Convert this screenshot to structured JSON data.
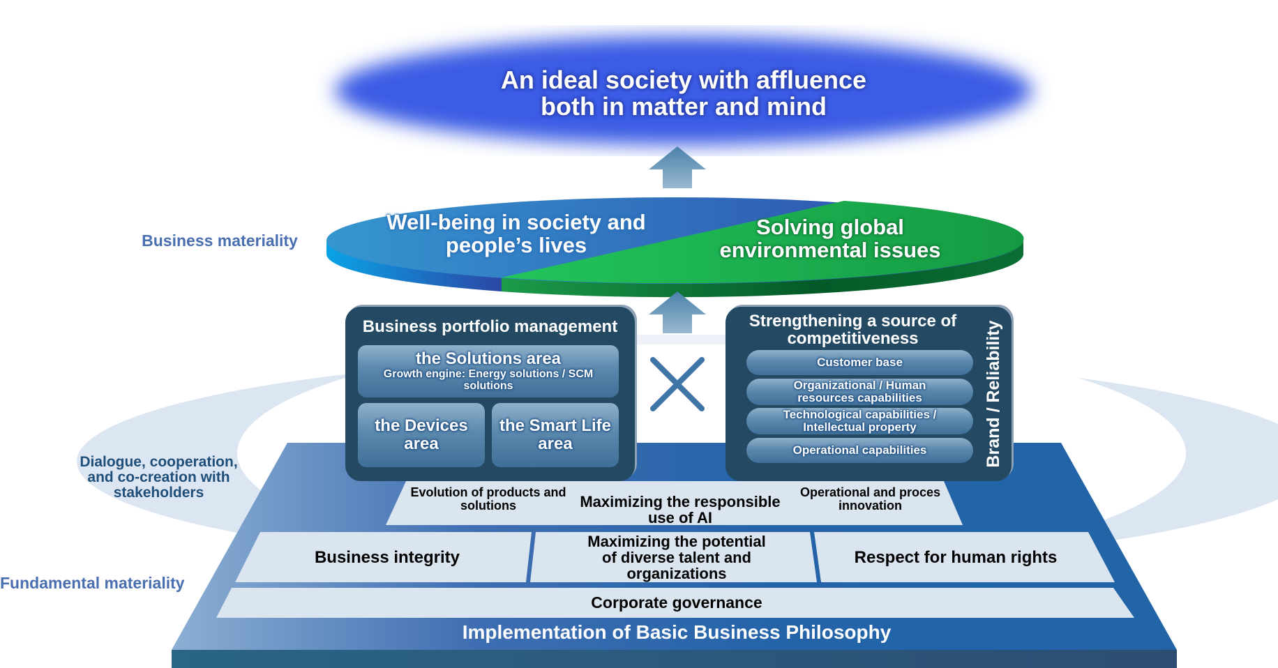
{
  "goal": {
    "line1": "An ideal society with affluence",
    "line2": "both in matter and mind"
  },
  "side_labels": {
    "business_materiality": "Business materiality",
    "dialogue_line1": "Dialogue, cooperation,",
    "dialogue_line2": "and co-creation with",
    "dialogue_line3": "stakeholders",
    "fundamental_materiality": "Fundamental materiality"
  },
  "business_materiality": {
    "left_line1": "Well-being in society and",
    "left_line2": "people’s lives",
    "right_line1": "Solving global",
    "right_line2": "environmental issues"
  },
  "portfolio": {
    "title": "Business portfolio management",
    "solutions_title": "the Solutions area",
    "solutions_sub1": "Growth engine: Energy solutions / SCM",
    "solutions_sub2": "solutions",
    "devices_line1": "the Devices",
    "devices_line2": "area",
    "smartlife_line1": "the Smart Life",
    "smartlife_line2": "area"
  },
  "competitiveness": {
    "title_line1": "Strengthening a source of",
    "title_line2": "competitiveness",
    "items": [
      {
        "line1": "Customer base",
        "line2": ""
      },
      {
        "line1": "Organizational / Human",
        "line2": "resources capabilities"
      },
      {
        "line1": "Technological capabilities /",
        "line2": "Intellectual property"
      },
      {
        "line1": "Operational capabilities",
        "line2": ""
      }
    ],
    "vertical_label": "Brand / Reliability"
  },
  "combine_symbol": "×",
  "pyramid": {
    "top_left_line1": "Evolution of products and",
    "top_left_line2": "solutions",
    "top_center_line1": "Maximizing the responsible",
    "top_center_line2": "use of AI",
    "top_right_line1": "Operational and proces",
    "top_right_line2": "innovation",
    "mid_left": "Business integrity",
    "mid_center_line1": "Maximizing the potential",
    "mid_center_line2": "of diverse talent and",
    "mid_center_line3": "organizations",
    "mid_right": "Respect for human rights",
    "corporate": "Corporate governance",
    "base": "Implementation of Basic Business Philosophy"
  },
  "colors": {
    "goal_blue": "#3a5ce4",
    "disk_blue": "#2f6db5",
    "disk_green": "#1cb455",
    "pyramid_blue": "#2165a7",
    "panel_navy": "#234963",
    "band_light": "#dbe5ef",
    "ring": "#dce6f2",
    "label_blue": "#4a6fb0"
  }
}
